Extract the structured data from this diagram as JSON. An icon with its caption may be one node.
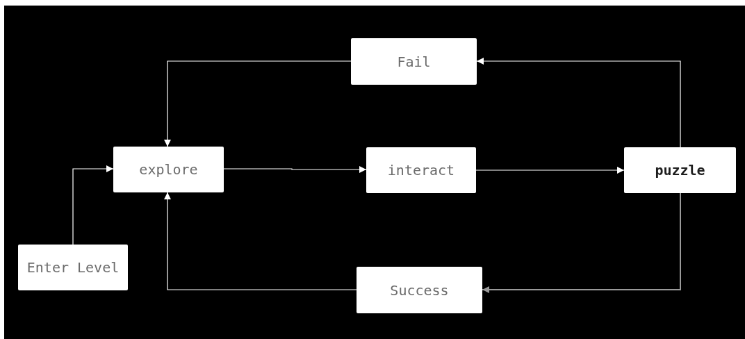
{
  "diagram": {
    "nodes": [
      {
        "text": [
          "Enter Level"
        ]
      },
      {
        "text": [
          "explore"
        ]
      },
      {
        "text": [
          "interact"
        ]
      },
      {
        "text": [
          "puzzle"
        ]
      },
      {
        "text": [
          "Fail"
        ]
      },
      {
        "text": [
          "Success"
        ]
      }
    ],
    "edges": [
      {
        "from": 0,
        "to": 1,
        "arrow": "to"
      },
      {
        "from": 1,
        "to": 2,
        "arrow": "to"
      },
      {
        "from": 2,
        "to": 3,
        "arrow": "to"
      },
      {
        "from": 3,
        "to": 4,
        "arrow": "to"
      },
      {
        "from": 4,
        "to": 1,
        "arrow": "to"
      },
      {
        "from": 3,
        "to": 5,
        "arrow": "to",
        "color": "#9a9a9a"
      },
      {
        "from": 5,
        "to": 1,
        "arrow": "to"
      }
    ]
  }
}
